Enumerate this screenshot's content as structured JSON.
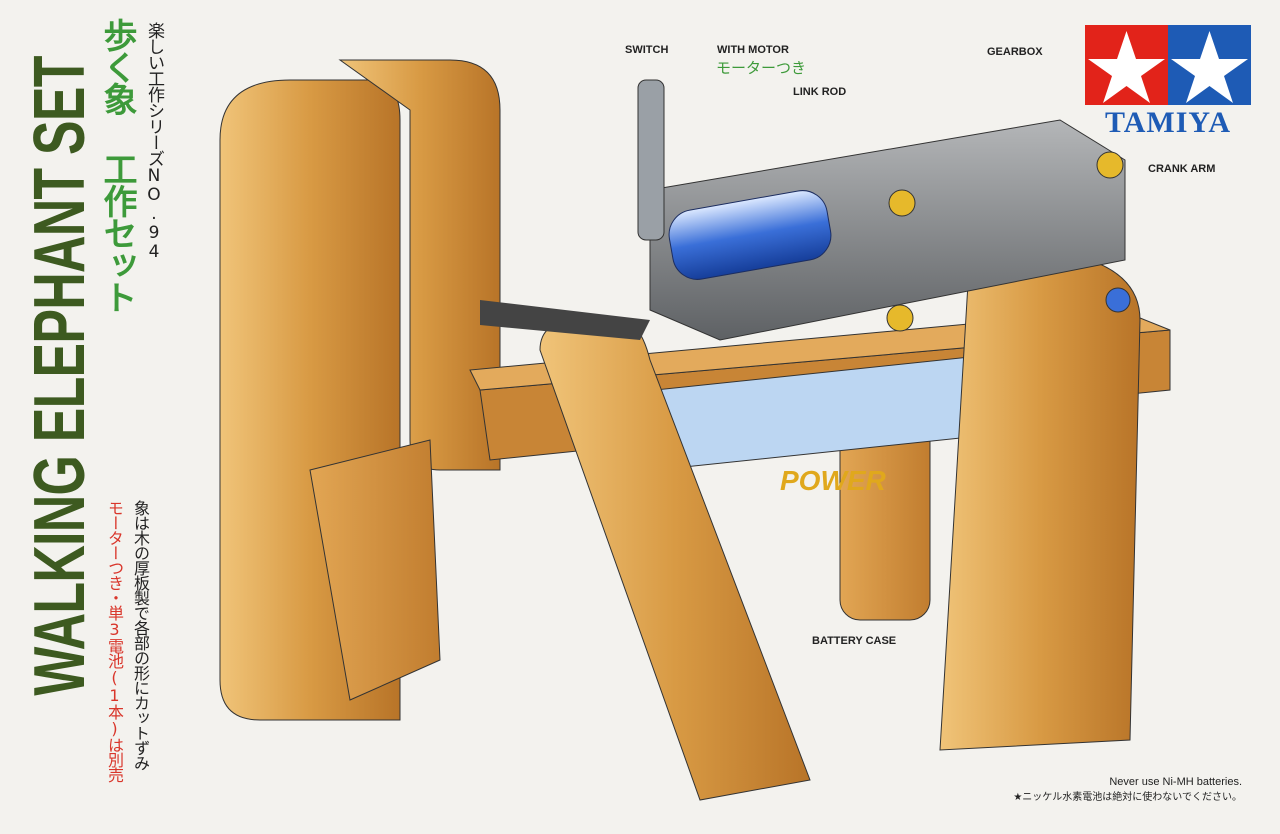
{
  "box": {
    "title": "WALKING ELEPHANT SET",
    "jp_title": "歩く象 工作セット",
    "jp_series": "楽しい工作シリーズNO.94",
    "jp_description": "象は木の厚板製で各部の形にカットずみ",
    "jp_note": "モーターつき・単3電池(1本)は別売",
    "brand": "TAMIYA"
  },
  "labels": {
    "switch": "SWITCH",
    "with_motor": "WITH MOTOR",
    "with_motor_jp": "モーターつき",
    "link_rod": "LINK ROD",
    "gearbox": "GEARBOX",
    "crank_arm": "CRANK ARM",
    "battery_case": "BATTERY CASE",
    "battery_text": "POWER"
  },
  "warning": {
    "en": "Never use Ni-MH batteries.",
    "jp": "★ニッケル水素電池は絶対に使わないでください。"
  },
  "colors": {
    "title_green": "#3d5a20",
    "jp_green": "#3d9a3a",
    "note_red": "#d9362b",
    "logo_red": "#e2231a",
    "logo_blue": "#1e5bb5",
    "wood": "#d9a04a"
  }
}
